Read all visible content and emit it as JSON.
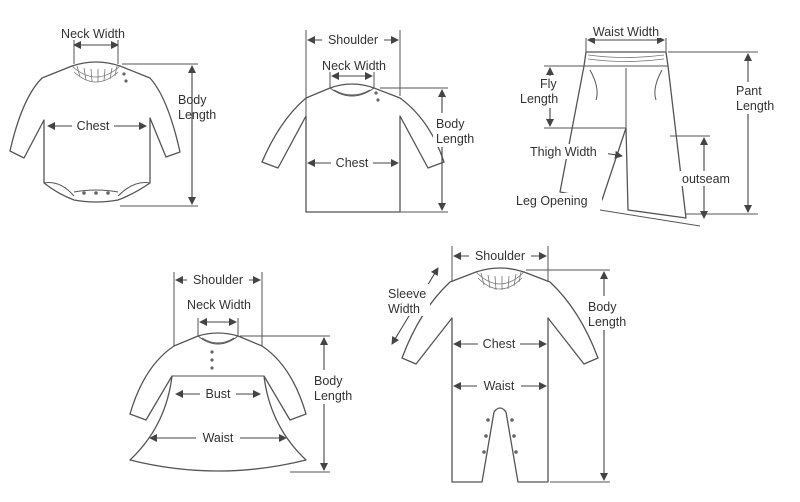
{
  "onesie": {
    "neck_width": "Neck Width",
    "chest": "Chest",
    "body_length_1": "Body",
    "body_length_2": "Length"
  },
  "shirt": {
    "shoulder": "Shoulder",
    "neck_width": "Neck Width",
    "chest": "Chest",
    "body_length_1": "Body",
    "body_length_2": "Length"
  },
  "pants": {
    "waist_width": "Waist Width",
    "fly_length_1": "Fly",
    "fly_length_2": "Length",
    "pant_length_1": "Pant",
    "pant_length_2": "Length",
    "thigh_width": "Thigh Width",
    "outseam": "outseam",
    "leg_opening": "Leg Opening"
  },
  "dress": {
    "shoulder": "Shoulder",
    "neck_width": "Neck Width",
    "bust": "Bust",
    "waist": "Waist",
    "body_length_1": "Body",
    "body_length_2": "Length"
  },
  "romper": {
    "shoulder": "Shoulder",
    "sleeve_width_1": "Sleeve",
    "sleeve_width_2": "Width",
    "chest": "Chest",
    "waist": "Waist",
    "body_length_1": "Body",
    "body_length_2": "Length"
  }
}
